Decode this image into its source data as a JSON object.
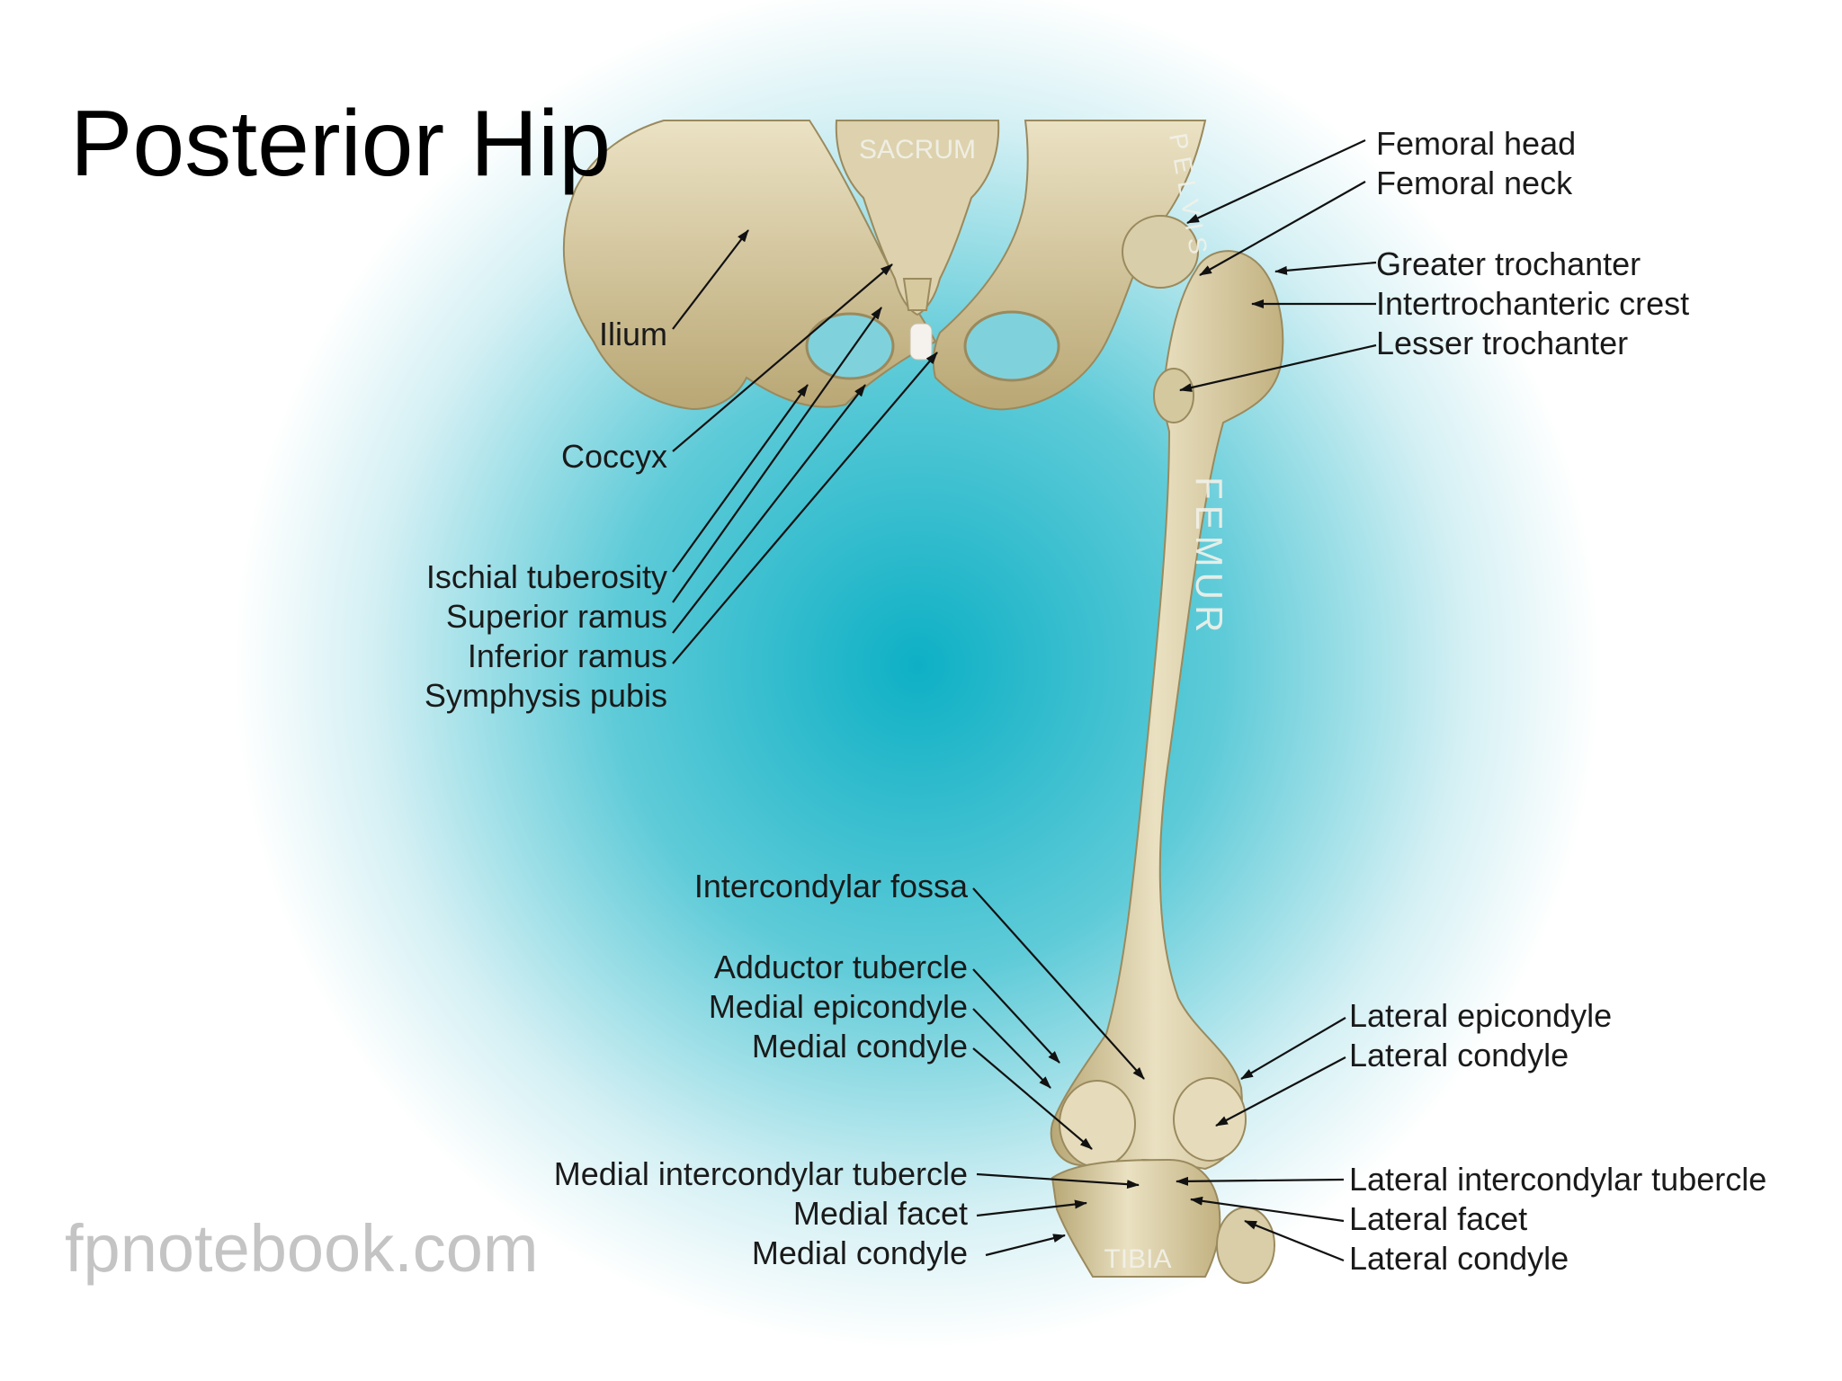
{
  "title": "Posterior Hip",
  "watermark": "fpnotebook.com",
  "bone_labels": {
    "sacrum": "SACRUM",
    "pelvis": "PELVIS",
    "femur": "FEMUR",
    "tibia": "TIBIA"
  },
  "labels": {
    "left_pelvis": [
      "Ilium",
      "Coccyx",
      "Ischial tuberosity",
      "Superior ramus",
      "Inferior ramus",
      "Symphysis pubis"
    ],
    "right_hip": [
      "Femoral head",
      "Femoral neck",
      "Greater trochanter",
      "Intertrochanteric crest",
      "Lesser trochanter"
    ],
    "left_knee": [
      "Intercondylar fossa",
      "Adductor tubercle",
      "Medial epicondyle",
      "Medial condyle",
      "Medial intercondylar tubercle",
      "Medial facet",
      "Medial condyle"
    ],
    "right_knee": [
      "Lateral epicondyle",
      "Lateral condyle",
      "Lateral intercondylar tubercle",
      "Lateral facet",
      "Lateral condyle"
    ]
  },
  "colors": {
    "background_glow": "#14b4c8",
    "bone": "#e3d9b8",
    "bone_shadow": "#a8986a",
    "leader_line": "#111111"
  }
}
